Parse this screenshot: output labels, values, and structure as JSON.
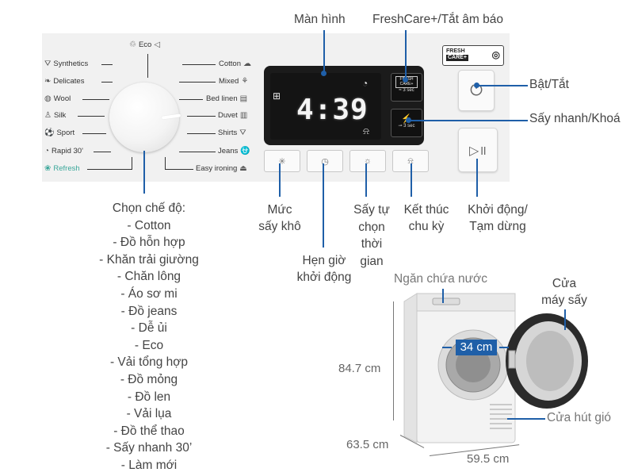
{
  "programs_left": [
    {
      "label": "Synthetics",
      "icon": "shirt-icon"
    },
    {
      "label": "Delicates",
      "icon": "feather-icon"
    },
    {
      "label": "Wool",
      "icon": "yarn-icon"
    },
    {
      "label": "Silk",
      "icon": "blouse-icon"
    },
    {
      "label": "Sport",
      "icon": "sport-shirt-icon"
    },
    {
      "label": "Rapid 30'",
      "icon": "timer-icon"
    },
    {
      "label": "Refresh",
      "icon": "refresh-air-icon"
    }
  ],
  "program_top": {
    "label": "Eco",
    "icon": "eco-leaf-icon"
  },
  "programs_right": [
    {
      "label": "Cotton",
      "icon": "cotton-icon"
    },
    {
      "label": "Mixed",
      "icon": "mixed-icon"
    },
    {
      "label": "Bed linen",
      "icon": "bed-linen-icon"
    },
    {
      "label": "Duvet",
      "icon": "duvet-icon"
    },
    {
      "label": "Shirts",
      "icon": "shirt-icon"
    },
    {
      "label": "Jeans",
      "icon": "jeans-icon"
    },
    {
      "label": "Easy ironing",
      "icon": "iron-icon"
    }
  ],
  "display": {
    "time": "4:39"
  },
  "freshcare_logo": {
    "line1": "FRESH",
    "line2": "CARE+"
  },
  "freshcare_button": {
    "line1": "FRESH",
    "line2": "CARE+",
    "hint": "3 sec"
  },
  "quick_button": {
    "hint": "3 sec"
  },
  "callouts": {
    "screen": "Màn hình",
    "freshcare": "FreshCare+/Tắt âm báo",
    "power": "Bật/Tắt",
    "quick_lock": "Sấy nhanh/Khoá",
    "dryness_1": "Mức",
    "dryness_2": "sấy khô",
    "delay_1": "Hẹn giờ",
    "delay_2": "khởi động",
    "auto_1": "Sấy tự",
    "auto_2": "chọn",
    "auto_3": "thời",
    "auto_4": "gian",
    "end_1": "Kết thúc",
    "end_2": "chu kỳ",
    "start_1": "Khởi động/",
    "start_2": "Tạm dừng",
    "water_tank": "Ngăn chứa nước",
    "door_1": "Cửa",
    "door_2": "máy sấy",
    "vent": "Cửa hút gió"
  },
  "modes": {
    "title": "Chọn chế độ:",
    "items": [
      "- Cotton",
      "- Đồ hỗn hợp",
      "- Khăn trải giường",
      "- Chăn lông",
      "- Áo sơ mi",
      "- Đồ jeans",
      "- Dễ ủi",
      "- Eco",
      "- Vải tổng hợp",
      "- Đồ mỏng",
      "- Đồ len",
      "- Vải lụa",
      "- Đồ thể thao",
      "- Sấy nhanh 30’",
      "- Làm mới"
    ]
  },
  "dimensions": {
    "height": "84.7 cm",
    "depth": "63.5  cm",
    "width": "59.5 cm",
    "drum": "34 cm"
  },
  "colors": {
    "callout_line": "#1f5fa8",
    "refresh_text": "#3aa79a",
    "drum_badge": "#1f5fa8"
  }
}
